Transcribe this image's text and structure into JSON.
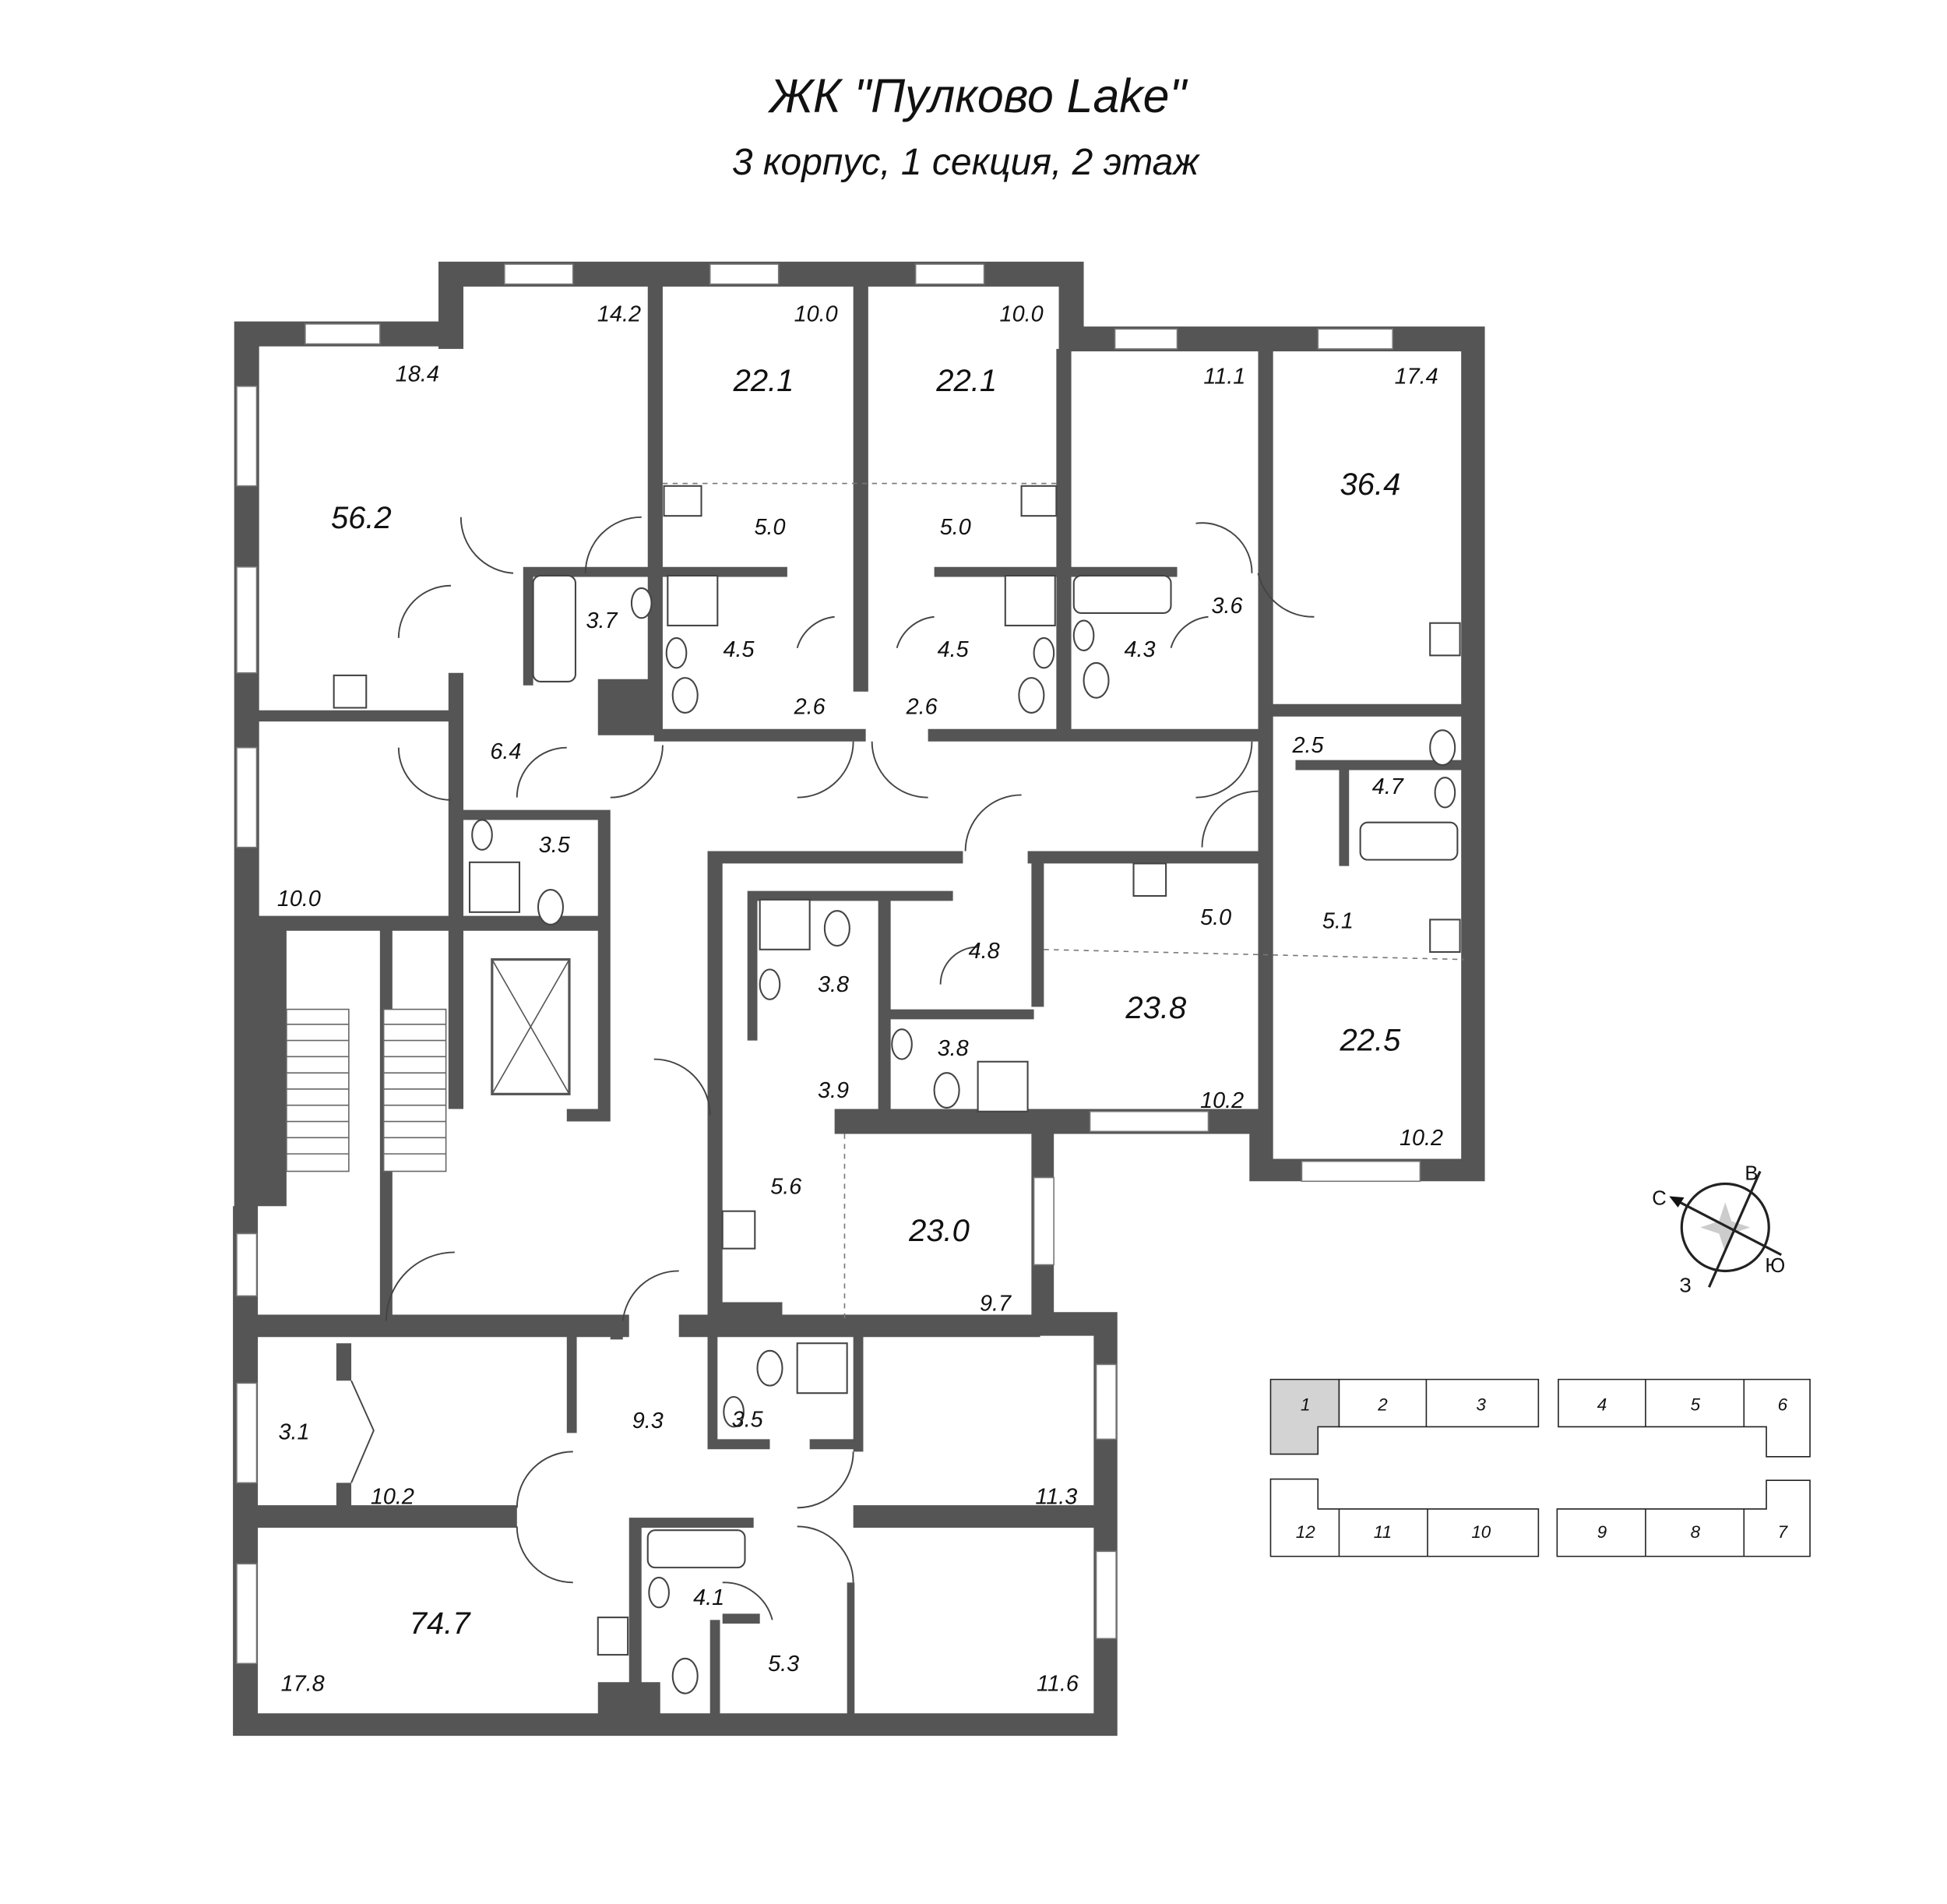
{
  "header": {
    "title": "ЖК \"Пулково Lake\"",
    "subtitle": "3 корпус, 1 секция, 2 этаж"
  },
  "rooms": {
    "r56_2": "56.2",
    "r18_4": "18.4",
    "r14_2": "14.2",
    "r22_1a": "22.1",
    "r10_0a": "10.0",
    "r22_1b": "22.1",
    "r10_0b": "10.0",
    "r11_1": "11.1",
    "r17_4": "17.4",
    "r36_4": "36.4",
    "r5_0a": "5.0",
    "r5_0b": "5.0",
    "r3_7": "3.7",
    "r4_5a": "4.5",
    "r4_5b": "4.5",
    "r4_3": "4.3",
    "r3_6": "3.6",
    "r2_6a": "2.6",
    "r2_6b": "2.6",
    "r6_4": "6.4",
    "r2_5": "2.5",
    "r4_7": "4.7",
    "r3_5a": "3.5",
    "r10_0c": "10.0",
    "r5_0c": "5.0",
    "r5_1": "5.1",
    "r4_8": "4.8",
    "r3_8a": "3.8",
    "r23_8": "23.8",
    "r3_8b": "3.8",
    "r22_5": "22.5",
    "r3_9": "3.9",
    "r10_2a": "10.2",
    "r10_2b": "10.2",
    "r5_6": "5.6",
    "r23_0": "23.0",
    "r9_7": "9.7",
    "r9_3": "9.3",
    "r3_1": "3.1",
    "r3_5b": "3.5",
    "r10_2c": "10.2",
    "r11_3": "11.3",
    "r4_1": "4.1",
    "r74_7": "74.7",
    "r5_3": "5.3",
    "r17_8": "17.8",
    "r11_6": "11.6"
  },
  "compass": {
    "north": "С",
    "east": "В",
    "south": "Ю",
    "west": "З"
  },
  "section_key": {
    "selected": "1",
    "highlight_color": "#d3d3d3",
    "top": [
      "1",
      "2",
      "3",
      "4",
      "5",
      "6"
    ],
    "bottom": [
      "12",
      "11",
      "10",
      "9",
      "8",
      "7"
    ]
  }
}
